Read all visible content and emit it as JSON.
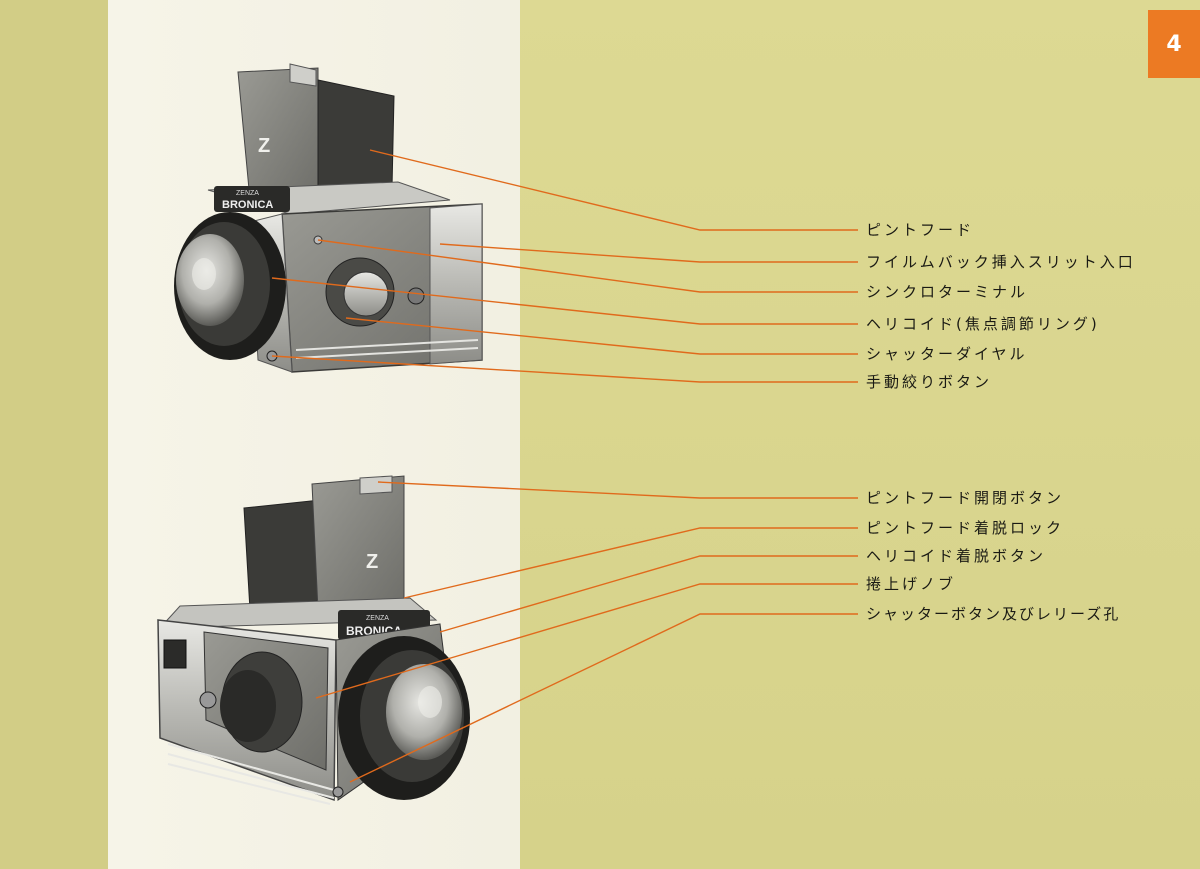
{
  "page_number": "4",
  "camera_top": {
    "brand": "BRONICA",
    "maker_small": "ZENZA",
    "hood_mark": "Z",
    "labels": [
      "ピントフード",
      "フイルムバック挿入スリット入口",
      "シンクロターミナル",
      "ヘリコイド(焦点調節リング)",
      "シャッターダイヤル",
      "手動絞りボタン"
    ]
  },
  "camera_bottom": {
    "brand": "BRONICA",
    "maker_small": "ZENZA",
    "hood_mark": "Z",
    "labels": [
      "ピントフード開閉ボタン",
      "ピントフード着脱ロック",
      "ヘリコイド着脱ボタン",
      "捲上げノブ",
      "シャッターボタン及びレリーズ孔"
    ]
  },
  "colors": {
    "leader_line": "#e06a1c",
    "badge": "#ec7a23"
  }
}
